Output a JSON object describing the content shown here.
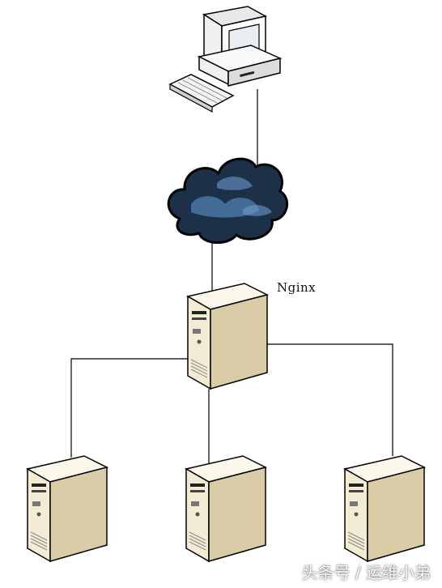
{
  "diagram": {
    "nodes": {
      "client": {
        "icon": "desktop-computer-icon"
      },
      "internet": {
        "icon": "cloud-icon"
      },
      "proxy": {
        "icon": "server-tower-icon",
        "label": "Nginx"
      },
      "backends": [
        {
          "icon": "server-tower-icon"
        },
        {
          "icon": "server-tower-icon"
        },
        {
          "icon": "server-tower-icon"
        }
      ]
    },
    "edges": [
      [
        "client",
        "internet"
      ],
      [
        "internet",
        "proxy"
      ],
      [
        "proxy",
        "backend-1"
      ],
      [
        "proxy",
        "backend-2"
      ],
      [
        "proxy",
        "backend-3"
      ]
    ],
    "colors": {
      "server_body": "#f3ebd3",
      "server_side": "#d6c9a2",
      "cloud": "#20364f",
      "line": "#000000"
    }
  },
  "watermark": "头条号 / 运维小弟"
}
